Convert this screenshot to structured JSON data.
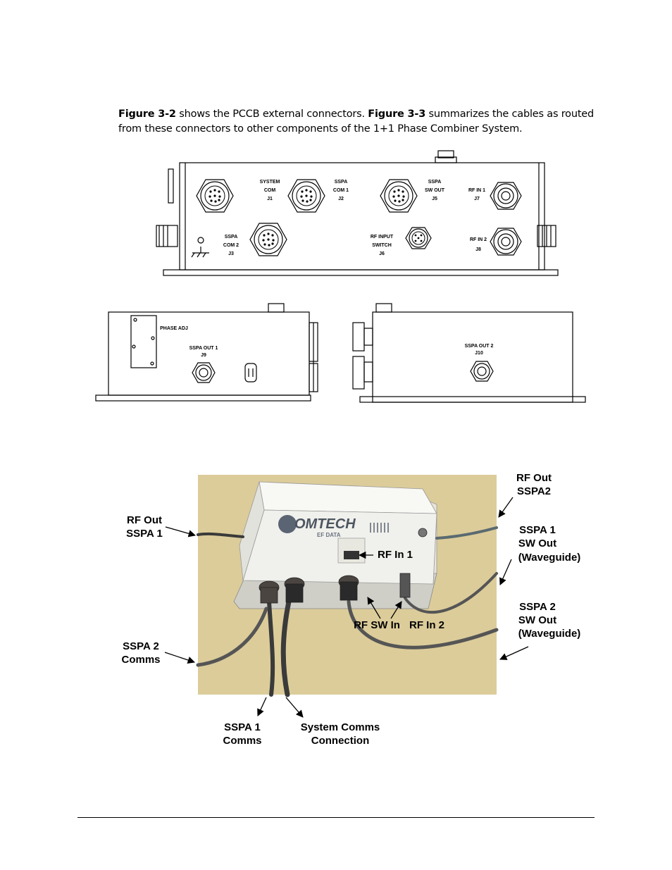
{
  "intro": {
    "fig_a": "Figure 3-2",
    "text_a": " shows the PCCB external connectors. ",
    "fig_b": "Figure 3-3",
    "text_b": " summarizes the cables as routed from these connectors to other components of the 1+1 Phase Combiner System."
  },
  "front_panel": {
    "j1": [
      "SYSTEM",
      "COM",
      "J1"
    ],
    "j2": [
      "SSPA",
      "COM 1",
      "J2"
    ],
    "j5": [
      "SSPA",
      "SW OUT",
      "J5"
    ],
    "j7": [
      "RF IN 1",
      "J7"
    ],
    "j3": [
      "SSPA",
      "COM 2",
      "J3"
    ],
    "j6": [
      "RF INPUT",
      "SWITCH",
      "J6"
    ],
    "j8": [
      "RF IN 2",
      "J8"
    ]
  },
  "side_left": {
    "phase_adj": "PHASE ADJ",
    "j9": [
      "SSPA OUT 1",
      "J9"
    ]
  },
  "side_right": {
    "j10": [
      "SSPA OUT 2",
      "J10"
    ]
  },
  "photo": {
    "brand": "OMTECH",
    "brand_sub": "EF DATA",
    "callouts": {
      "rf_out_sspa1": [
        "RF Out",
        "SSPA 1"
      ],
      "rf_out_sspa2": [
        "RF Out",
        "SSPA2"
      ],
      "sspa1_sw_out": [
        "SSPA 1",
        "SW Out",
        "(Waveguide)"
      ],
      "sspa2_sw_out": [
        "SSPA 2",
        "SW Out",
        "(Waveguide)"
      ],
      "rf_in_1": "RF In 1",
      "rf_sw_in": "RF SW In",
      "rf_in_2": "RF In 2",
      "sspa2_comms": [
        "SSPA 2",
        "Comms"
      ],
      "sspa1_comms": [
        "SSPA 1",
        "Comms"
      ],
      "system_comms": [
        "System Comms",
        "Connection"
      ]
    }
  },
  "colors": {
    "photo_bg": "#dccc9a",
    "box": "#f2f2ee",
    "cable": "#3a3a3a"
  }
}
